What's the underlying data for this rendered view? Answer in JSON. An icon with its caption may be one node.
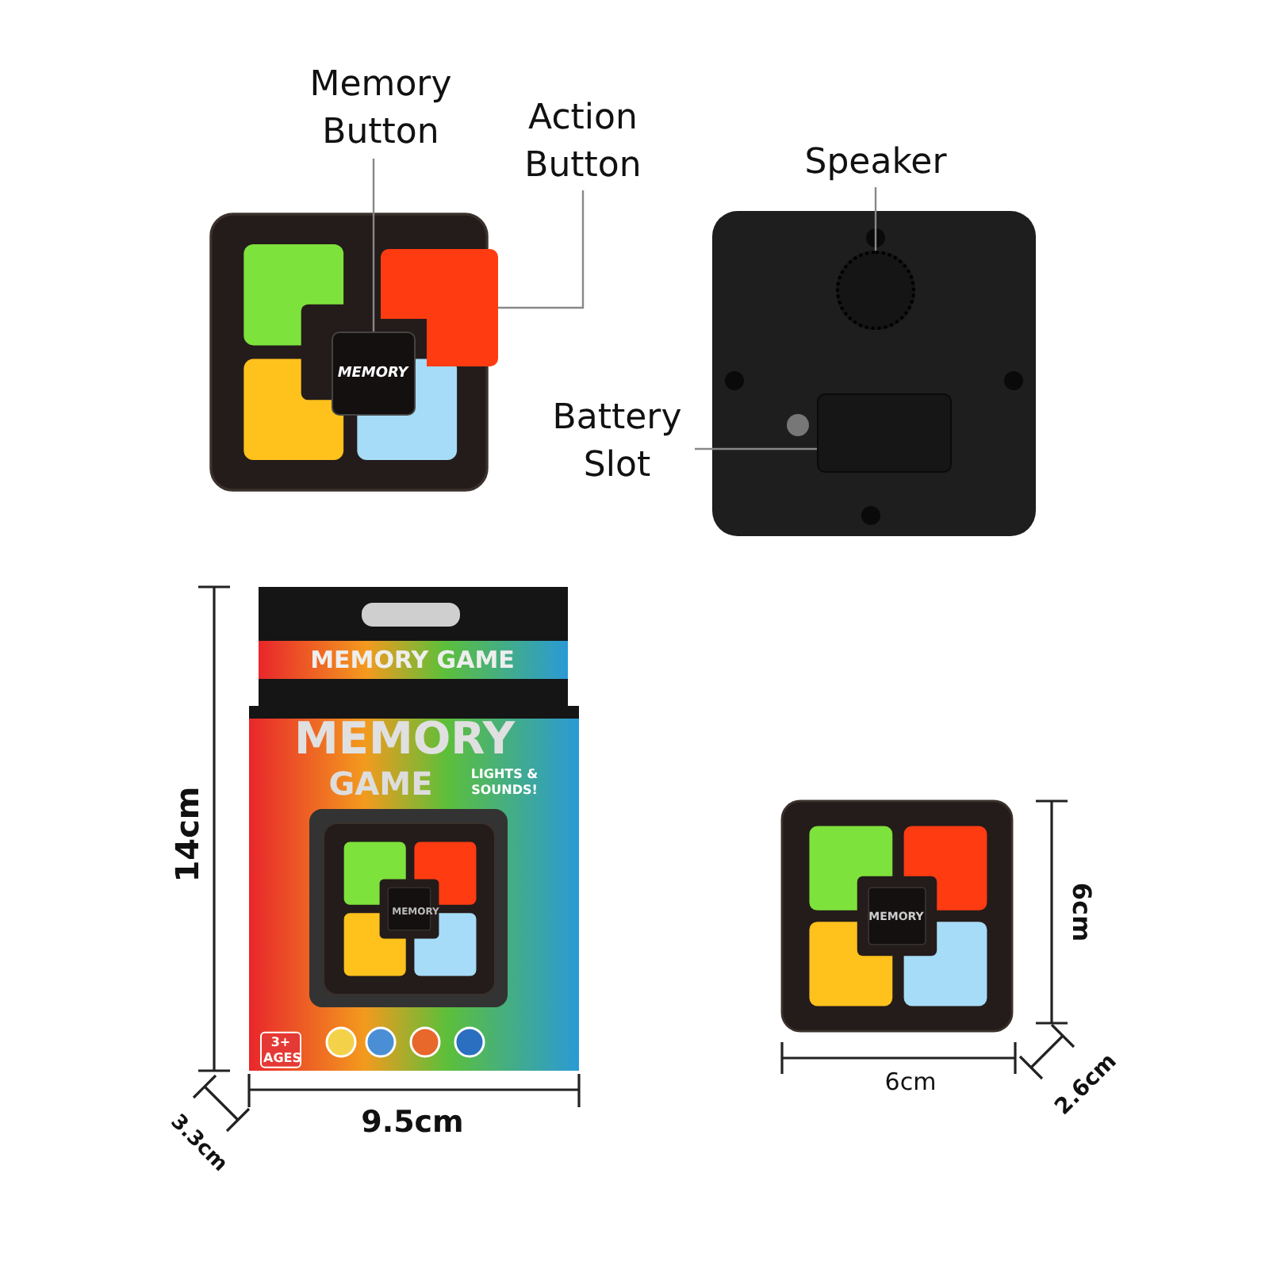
{
  "diagram": {
    "nodes": [
      {
        "text": [
          "Memory Button"
        ]
      },
      {
        "text": [],
        "shape": "box"
      },
      {
        "text": [
          "Action Button"
        ]
      },
      {
        "text": [],
        "shape": "box"
      },
      {
        "text": [
          "Speaker"
        ]
      },
      {
        "text": [],
        "shape": "circle"
      },
      {
        "text": [
          "Battery Slot"
        ]
      },
      {
        "text": [],
        "shape": "box"
      }
    ],
    "edges": [
      {
        "from": 0,
        "to": 1,
        "arrow": "none"
      },
      {
        "from": 2,
        "to": 3,
        "arrow": "none"
      },
      {
        "from": 4,
        "to": 5,
        "arrow": "none"
      },
      {
        "from": 6,
        "to": 7,
        "arrow": "none"
      }
    ],
    "labels": [
      "MEMORY",
      "MEMORY GAME",
      "MEMORY",
      "GAME",
      "LIGHTS & SOUNDS!",
      "MEMORY",
      "3+ AGES",
      "14cm",
      "9.5cm",
      "3.3cm",
      "MEMORY",
      "6cm",
      "6cm",
      "2.6cm"
    ]
  }
}
